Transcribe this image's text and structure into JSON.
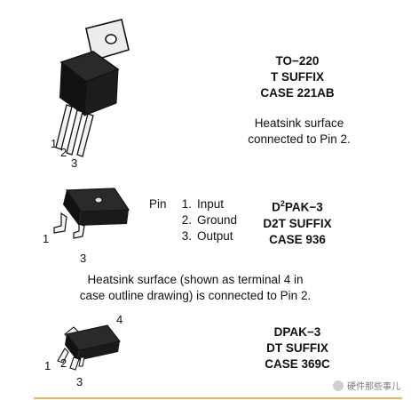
{
  "packages": [
    {
      "lines": [
        "TO−220",
        "T SUFFIX",
        "CASE 221AB"
      ],
      "note": [
        "Heatsink surface",
        "connected to Pin 2."
      ],
      "pin_labels": [
        "1",
        "2",
        "3"
      ]
    },
    {
      "line1_prefix": "D",
      "line1_sup": "2",
      "line1_suffix": "PAK−3",
      "lines": [
        "D2T SUFFIX",
        "CASE 936"
      ],
      "pin_labels": [
        "1",
        "3"
      ]
    },
    {
      "lines": [
        "DPAK−3",
        "DT SUFFIX",
        "CASE 369C"
      ],
      "pin_labels": [
        "4",
        "1",
        "2",
        "3"
      ]
    }
  ],
  "pin_legend": {
    "lead": "Pin",
    "items": [
      {
        "num": "1.",
        "name": "Input"
      },
      {
        "num": "2.",
        "name": "Ground"
      },
      {
        "num": "3.",
        "name": "Output"
      }
    ]
  },
  "middle_note": [
    "Heatsink surface (shown as terminal 4 in",
    "case outline drawing) is connected to Pin 2."
  ],
  "watermark": "硬件那些事儿",
  "colors": {
    "accent_rule": "#e8b35a",
    "body_dark": "#111111",
    "metal": "#e6e6e6"
  }
}
